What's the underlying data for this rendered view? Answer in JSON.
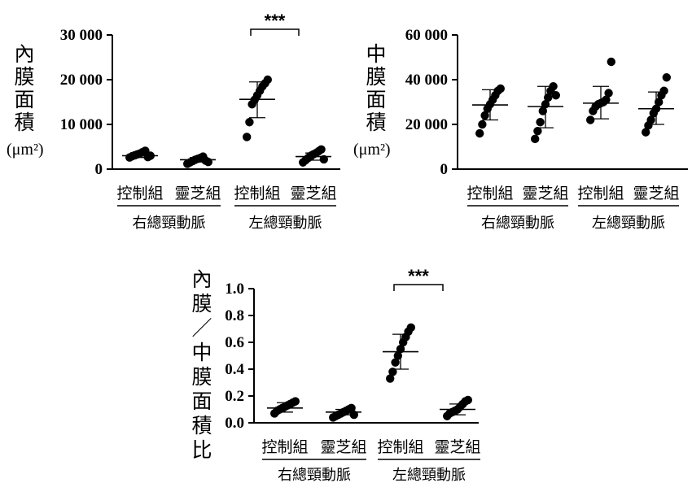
{
  "chart_data": [
    {
      "type": "scatter",
      "ylabel": "內膜面積",
      "yunit": "(μm²)",
      "ylim": [
        0,
        30000
      ],
      "yticks": [
        0,
        10000,
        20000,
        30000
      ],
      "ytick_labels": [
        "0",
        "10 000",
        "20 000",
        "30 000"
      ],
      "categories": [
        "控制組",
        "靈芝組",
        "控制組",
        "靈芝組"
      ],
      "groups": [
        {
          "label": "右總頸動脈",
          "categories": [
            0,
            1
          ]
        },
        {
          "label": "左總頸動脈",
          "categories": [
            2,
            3
          ]
        }
      ],
      "series": [
        {
          "points": [
            2600,
            2900,
            3100,
            3300,
            3500,
            3800,
            4100,
            2700,
            3000
          ],
          "mean": 3000,
          "sd_low": 2600,
          "sd_high": 3400
        },
        {
          "points": [
            1200,
            1500,
            1800,
            2100,
            2300,
            2500,
            2800,
            1900,
            1600
          ],
          "mean": 2100,
          "sd_low": 1600,
          "sd_high": 2600
        },
        {
          "points": [
            7200,
            10500,
            14500,
            15500,
            16500,
            17500,
            18500,
            19200,
            20000
          ],
          "mean": 15600,
          "sd_low": 11500,
          "sd_high": 19500
        },
        {
          "points": [
            1500,
            2000,
            2500,
            3000,
            3300,
            3600,
            4000,
            4400,
            2200
          ],
          "mean": 2800,
          "sd_low": 2000,
          "sd_high": 3600
        }
      ],
      "significance": {
        "between": [
          2,
          3
        ],
        "label": "***"
      }
    },
    {
      "type": "scatter",
      "ylabel": "中膜面積",
      "yunit": "(μm²)",
      "ylim": [
        0,
        60000
      ],
      "yticks": [
        0,
        20000,
        40000,
        60000
      ],
      "ytick_labels": [
        "0",
        "20 000",
        "40 000",
        "60 000"
      ],
      "categories": [
        "控制組",
        "靈芝組",
        "控制組",
        "靈芝組"
      ],
      "groups": [
        {
          "label": "右總頸動脈",
          "categories": [
            0,
            1
          ]
        },
        {
          "label": "左總頸動脈",
          "categories": [
            2,
            3
          ]
        }
      ],
      "series": [
        {
          "points": [
            16000,
            20000,
            24000,
            27000,
            29000,
            31000,
            33000,
            35000,
            36000
          ],
          "mean": 28700,
          "sd_low": 22000,
          "sd_high": 35500
        },
        {
          "points": [
            13500,
            17000,
            21000,
            26000,
            29000,
            32000,
            35000,
            37000,
            33000
          ],
          "mean": 28000,
          "sd_low": 18500,
          "sd_high": 37000
        },
        {
          "points": [
            22000,
            26000,
            28000,
            29000,
            29500,
            30000,
            31000,
            34000,
            48000
          ],
          "mean": 29500,
          "sd_low": 22500,
          "sd_high": 37000
        },
        {
          "points": [
            16500,
            19500,
            22000,
            25000,
            27000,
            30000,
            33000,
            35000,
            41000
          ],
          "mean": 27000,
          "sd_low": 20000,
          "sd_high": 34500
        }
      ]
    },
    {
      "type": "scatter",
      "ylabel": "內膜／中膜面積比",
      "ylim": [
        0,
        1.0
      ],
      "yticks": [
        0,
        0.2,
        0.4,
        0.6,
        0.8,
        1.0
      ],
      "ytick_labels": [
        "0.0",
        "0.2",
        "0.4",
        "0.6",
        "0.8",
        "1.0"
      ],
      "categories": [
        "控制組",
        "靈芝組",
        "控制組",
        "靈芝組"
      ],
      "groups": [
        {
          "label": "右總頸動脈",
          "categories": [
            0,
            1
          ]
        },
        {
          "label": "左總頸動脈",
          "categories": [
            2,
            3
          ]
        }
      ],
      "series": [
        {
          "points": [
            0.07,
            0.09,
            0.1,
            0.11,
            0.12,
            0.13,
            0.14,
            0.15,
            0.16
          ],
          "mean": 0.11,
          "sd_low": 0.08,
          "sd_high": 0.15
        },
        {
          "points": [
            0.04,
            0.05,
            0.06,
            0.07,
            0.08,
            0.09,
            0.1,
            0.11,
            0.06
          ],
          "mean": 0.08,
          "sd_low": 0.06,
          "sd_high": 0.1
        },
        {
          "points": [
            0.33,
            0.38,
            0.45,
            0.5,
            0.55,
            0.6,
            0.64,
            0.68,
            0.71
          ],
          "mean": 0.53,
          "sd_low": 0.4,
          "sd_high": 0.66
        },
        {
          "points": [
            0.05,
            0.07,
            0.08,
            0.09,
            0.1,
            0.12,
            0.14,
            0.16,
            0.17
          ],
          "mean": 0.1,
          "sd_low": 0.06,
          "sd_high": 0.14
        }
      ],
      "significance": {
        "between": [
          2,
          3
        ],
        "label": "***"
      }
    }
  ]
}
